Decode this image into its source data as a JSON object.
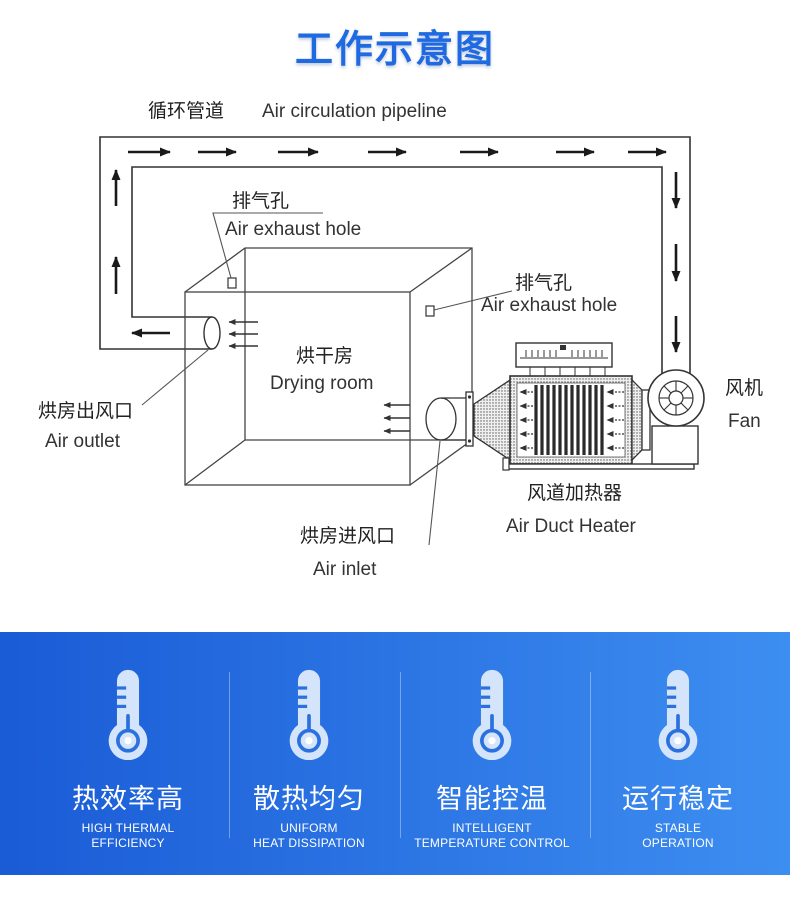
{
  "title": "工作示意图",
  "diagram": {
    "pipeline": {
      "zh": "循环管道",
      "en": "Air circulation pipeline"
    },
    "exhaust_hole_top": {
      "zh": "排气孔",
      "en": "Air exhaust hole"
    },
    "exhaust_hole_side": {
      "zh": "排气孔",
      "en": "Air exhaust hole"
    },
    "drying_room": {
      "zh": "烘干房",
      "en": "Drying room"
    },
    "fan": {
      "zh": "风机",
      "en": "Fan"
    },
    "air_outlet": {
      "zh": "烘房出风口",
      "en": "Air outlet"
    },
    "heater": {
      "zh": "风道加热器",
      "en": "Air Duct Heater"
    },
    "air_inlet": {
      "zh": "烘房进风口",
      "en": "Air inlet"
    }
  },
  "features": [
    {
      "icon": "thermometer-icon",
      "title": "热效率高",
      "subtitle": [
        "HIGH THERMAL",
        "EFFICIENCY"
      ]
    },
    {
      "icon": "thermometer-icon",
      "title": "散热均匀",
      "subtitle": [
        "UNIFORM",
        "HEAT DISSIPATION"
      ]
    },
    {
      "icon": "thermometer-icon",
      "title": "智能控温",
      "subtitle": [
        "INTELLIGENT",
        "TEMPERATURE CONTROL"
      ]
    },
    {
      "icon": "thermometer-icon",
      "title": "运行稳定",
      "subtitle": [
        "STABLE",
        "OPERATION"
      ]
    }
  ],
  "colors": {
    "title": "#1f6ae0",
    "banner_left": "#1a5bd6",
    "banner_right": "#3d8ef1",
    "icon": "#d3e4fb",
    "diagram_line": "#333333"
  }
}
